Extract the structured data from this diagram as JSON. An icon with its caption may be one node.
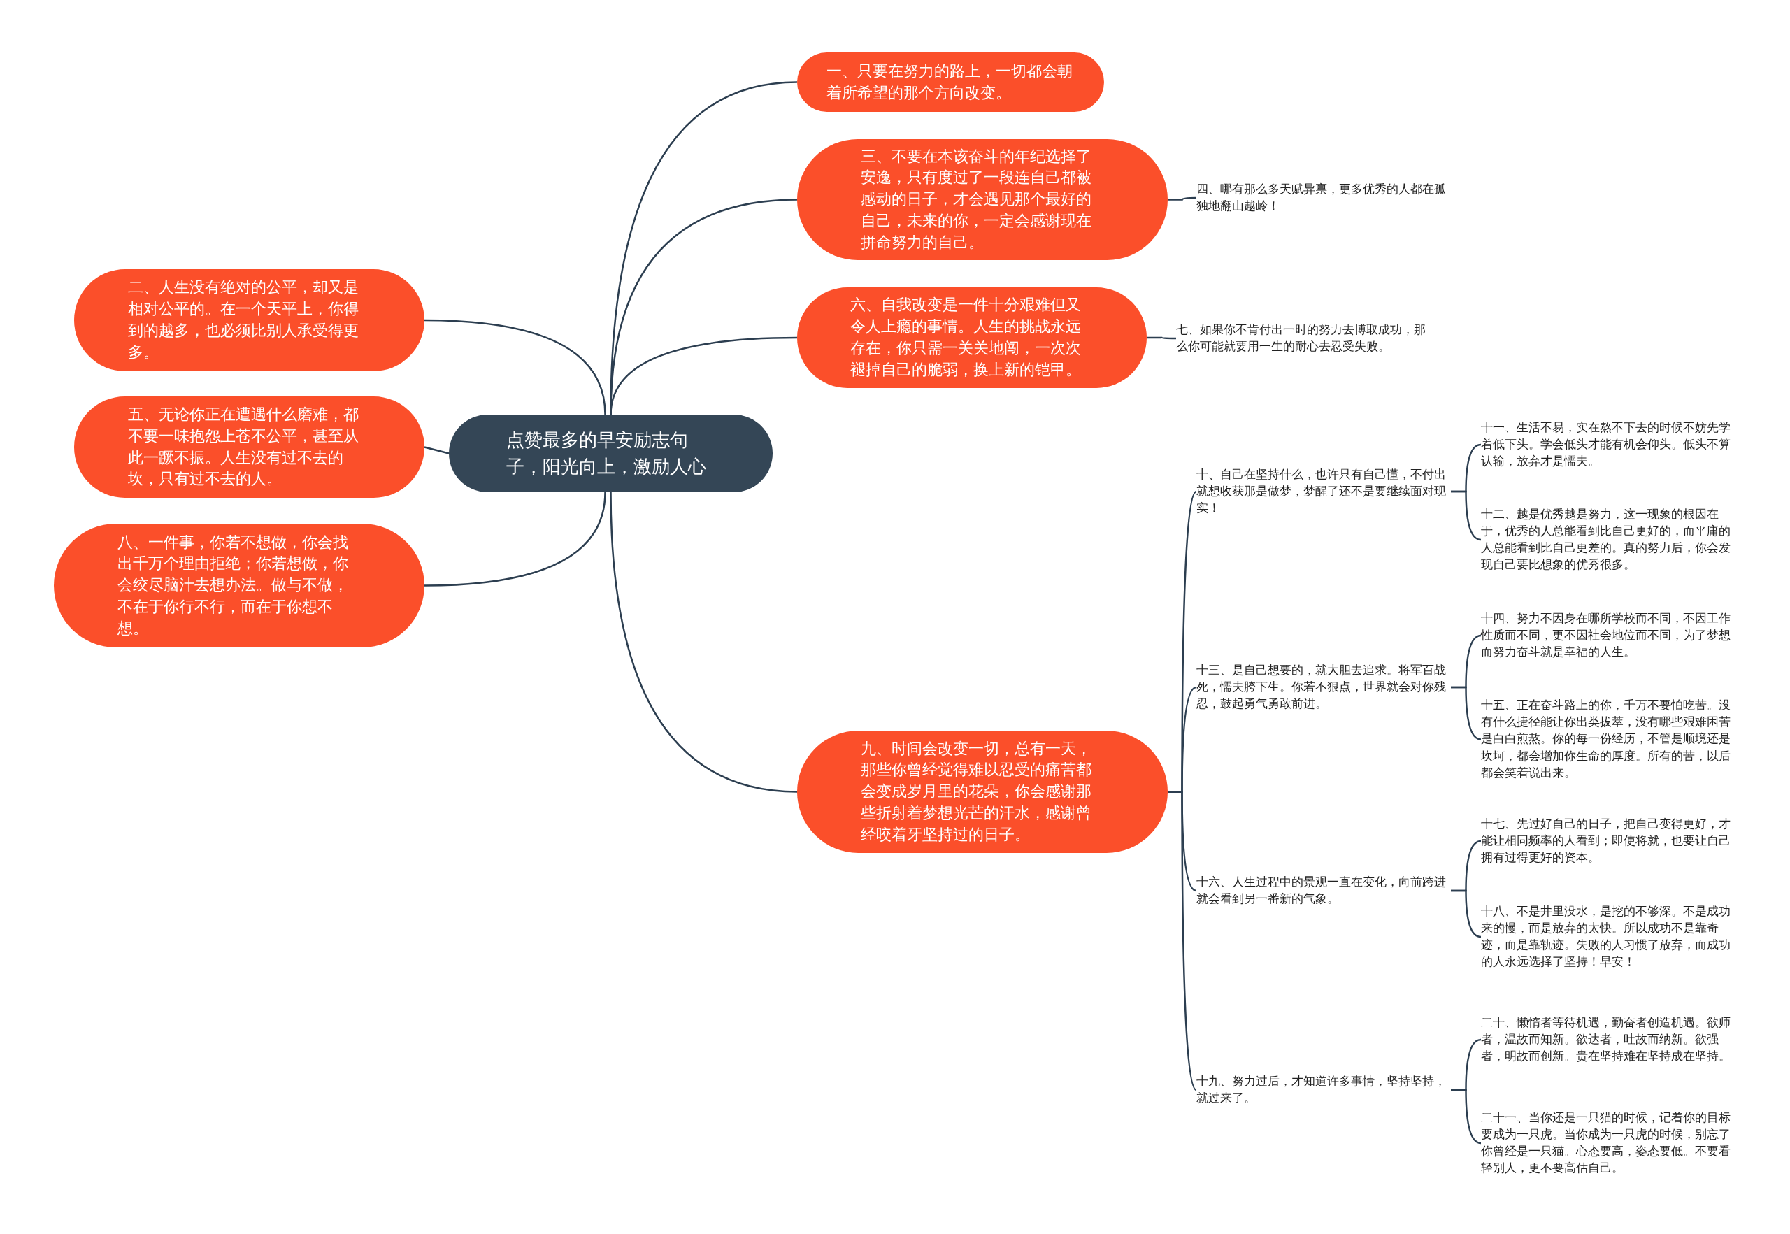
{
  "diagram": {
    "nodes": [
      {
        "text": [
          "点赞最多的早安励志句子，阳光向上，激励人心"
        ]
      },
      {
        "text": [
          "一、只要在努力的路上，一切都会朝着所希望的那个方向改变。"
        ]
      },
      {
        "text": [
          "三、不要在本该奋斗的年纪选择了安逸，只有度过了一段连自己都被感动的日子，才会遇见那个最好的自己，未来的你，一定会感谢现在拼命努力的自己。"
        ]
      },
      {
        "text": [
          "四、哪有那么多天赋异禀，更多优秀的人都在孤独地翻山越岭！"
        ]
      },
      {
        "text": [
          "二、人生没有绝对的公平，却又是相对公平的。在一个天平上，你得到的越多，也必须比别人承受得更多。"
        ]
      },
      {
        "text": [
          "六、自我改变是一件十分艰难但又令人上瘾的事情。人生的挑战永远存在，你只需一关关地闯，一次次褪掉自己的脆弱，换上新的铠甲。"
        ]
      },
      {
        "text": [
          "七、如果你不肯付出一时的努力去博取成功，那么你可能就要用一生的耐心去忍受失败。"
        ]
      },
      {
        "text": [
          "五、无论你正在遭遇什么磨难，都不要一味抱怨上苍不公平，甚至从此一蹶不振。人生没有过不去的坎，只有过不去的人。"
        ]
      },
      {
        "text": [
          "八、一件事，你若不想做，你会找出千万个理由拒绝；你若想做，你会绞尽脑汁去想办法。做与不做，不在于你行不行，而在于你想不想。"
        ]
      },
      {
        "text": [
          "九、时间会改变一切，总有一天，那些你曾经觉得难以忍受的痛苦都会变成岁月里的花朵，你会感谢那些折射着梦想光芒的汗水，感谢曾经咬着牙坚持过的日子。"
        ]
      },
      {
        "text": [
          "十、自己在坚持什么，也许只有自己懂，不付出就想收获那是做梦，梦醒了还不是要继续面对现实！"
        ]
      },
      {
        "text": [
          "十一、生活不易，实在熬不下去的时候不妨先学着低下头。学会低头才能有机会仰头。低头不算认输，放弃才是懦夫。"
        ]
      },
      {
        "text": [
          "十二、越是优秀越是努力，这一现象的根因在于，优秀的人总能看到比自己更好的，而平庸的人总能看到比自己更差的。真的努力后，你会发现自己要比想象的优秀很多。"
        ]
      },
      {
        "text": [
          "十三、是自己想要的，就大胆去追求。将军百战死，懦夫胯下生。你若不狠点，世界就会对你残忍，鼓起勇气勇敢前进。"
        ]
      },
      {
        "text": [
          "十四、努力不因身在哪所学校而不同，不因工作性质而不同，更不因社会地位而不同，为了梦想而努力奋斗就是幸福的人生。"
        ]
      },
      {
        "text": [
          "十五、正在奋斗路上的你，千万不要怕吃苦。没有什么捷径能让你出类拔萃，没有哪些艰难困苦是白白煎熬。你的每一份经历，不管是顺境还是坎坷，都会增加你生命的厚度。所有的苦，以后都会笑着说出来。"
        ]
      },
      {
        "text": [
          "十六、人生过程中的景观一直在变化，向前跨进就会看到另一番新的气象。"
        ]
      },
      {
        "text": [
          "十七、先过好自己的日子，把自己变得更好，才能让相同频率的人看到；即使将就，也要让自己拥有过得更好的资本。"
        ]
      },
      {
        "text": [
          "十八、不是井里没水，是挖的不够深。不是成功来的慢，而是放弃的太快。所以成功不是靠奇迹，而是靠轨迹。失败的人习惯了放弃，而成功的人永远选择了坚持！早安！"
        ]
      },
      {
        "text": [
          "十九、努力过后，才知道许多事情，坚持坚持，就过来了。"
        ]
      },
      {
        "text": [
          "二十、懒惰者等待机遇，勤奋者创造机遇。欲师者，温故而知新。欲达者，吐故而纳新。欲强者，明故而创新。贵在坚持难在坚持成在坚持。"
        ]
      },
      {
        "text": [
          "二十一、当你还是一只猫的时候，记着你的目标要成为一只虎。当你成为一只虎的时候，别忘了你曾经是一只猫。心态要高，姿态要低。不要看轻别人，更不要高估自己。"
        ]
      }
    ],
    "edges": [
      {
        "from": 0,
        "to": 1,
        "arrow": "none"
      },
      {
        "from": 0,
        "to": 2,
        "arrow": "none"
      },
      {
        "from": 2,
        "to": 3,
        "arrow": "none"
      },
      {
        "from": 0,
        "to": 4,
        "arrow": "none"
      },
      {
        "from": 0,
        "to": 5,
        "arrow": "none"
      },
      {
        "from": 5,
        "to": 6,
        "arrow": "none"
      },
      {
        "from": 0,
        "to": 7,
        "arrow": "none"
      },
      {
        "from": 0,
        "to": 8,
        "arrow": "none"
      },
      {
        "from": 0,
        "to": 9,
        "arrow": "none"
      },
      {
        "from": 9,
        "to": 10,
        "arrow": "none"
      },
      {
        "from": 10,
        "to": 11,
        "arrow": "none"
      },
      {
        "from": 10,
        "to": 12,
        "arrow": "none"
      },
      {
        "from": 9,
        "to": 13,
        "arrow": "none"
      },
      {
        "from": 13,
        "to": 14,
        "arrow": "none"
      },
      {
        "from": 13,
        "to": 15,
        "arrow": "none"
      },
      {
        "from": 9,
        "to": 16,
        "arrow": "none"
      },
      {
        "from": 16,
        "to": 17,
        "arrow": "none"
      },
      {
        "from": 16,
        "to": 18,
        "arrow": "none"
      },
      {
        "from": 9,
        "to": 19,
        "arrow": "none"
      },
      {
        "from": 19,
        "to": 20,
        "arrow": "none"
      },
      {
        "from": 19,
        "to": 21,
        "arrow": "none"
      }
    ]
  }
}
